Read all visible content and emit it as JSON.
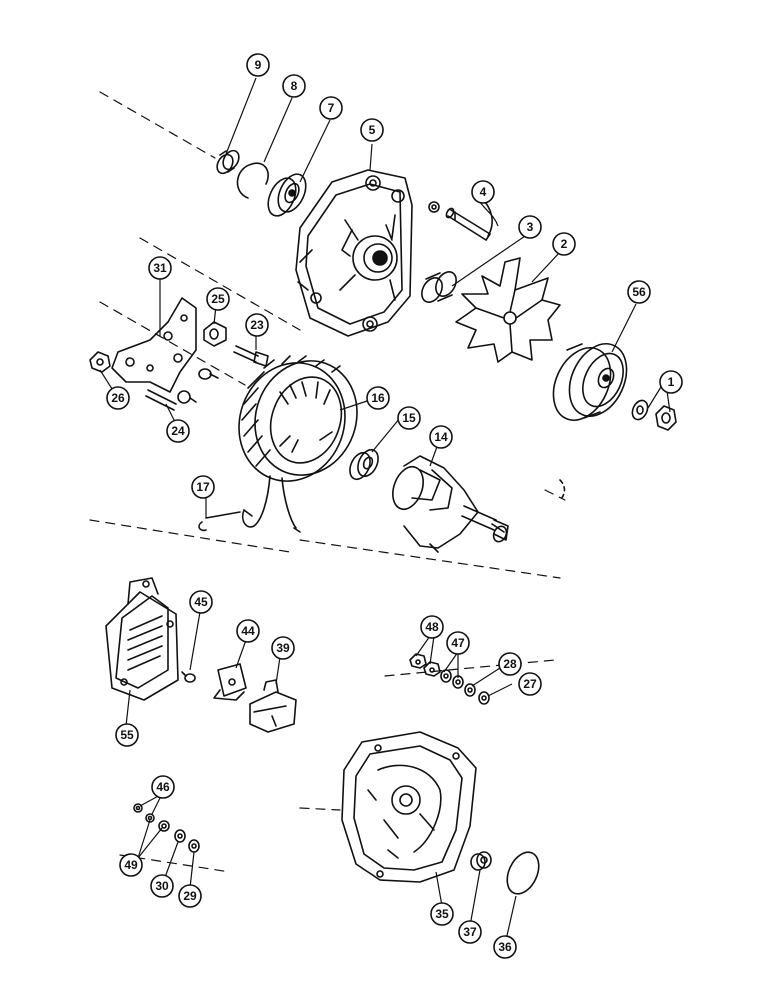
{
  "callouts": [
    {
      "id": "c1",
      "label": "1"
    },
    {
      "id": "c2",
      "label": "2"
    },
    {
      "id": "c3",
      "label": "3"
    },
    {
      "id": "c4",
      "label": "4"
    },
    {
      "id": "c5",
      "label": "5"
    },
    {
      "id": "c7",
      "label": "7"
    },
    {
      "id": "c8",
      "label": "8"
    },
    {
      "id": "c9",
      "label": "9"
    },
    {
      "id": "c14",
      "label": "14"
    },
    {
      "id": "c15",
      "label": "15"
    },
    {
      "id": "c16",
      "label": "16"
    },
    {
      "id": "c17",
      "label": "17"
    },
    {
      "id": "c23",
      "label": "23"
    },
    {
      "id": "c24",
      "label": "24"
    },
    {
      "id": "c25",
      "label": "25"
    },
    {
      "id": "c26",
      "label": "26"
    },
    {
      "id": "c27",
      "label": "27"
    },
    {
      "id": "c28",
      "label": "28"
    },
    {
      "id": "c29",
      "label": "29"
    },
    {
      "id": "c30",
      "label": "30"
    },
    {
      "id": "c31",
      "label": "31"
    },
    {
      "id": "c35",
      "label": "35"
    },
    {
      "id": "c36",
      "label": "36"
    },
    {
      "id": "c37",
      "label": "37"
    },
    {
      "id": "c39",
      "label": "39"
    },
    {
      "id": "c44",
      "label": "44"
    },
    {
      "id": "c45",
      "label": "45"
    },
    {
      "id": "c46",
      "label": "46"
    },
    {
      "id": "c47",
      "label": "47"
    },
    {
      "id": "c48",
      "label": "48"
    },
    {
      "id": "c49",
      "label": "49"
    },
    {
      "id": "c55",
      "label": "55"
    },
    {
      "id": "c56",
      "label": "56"
    }
  ]
}
